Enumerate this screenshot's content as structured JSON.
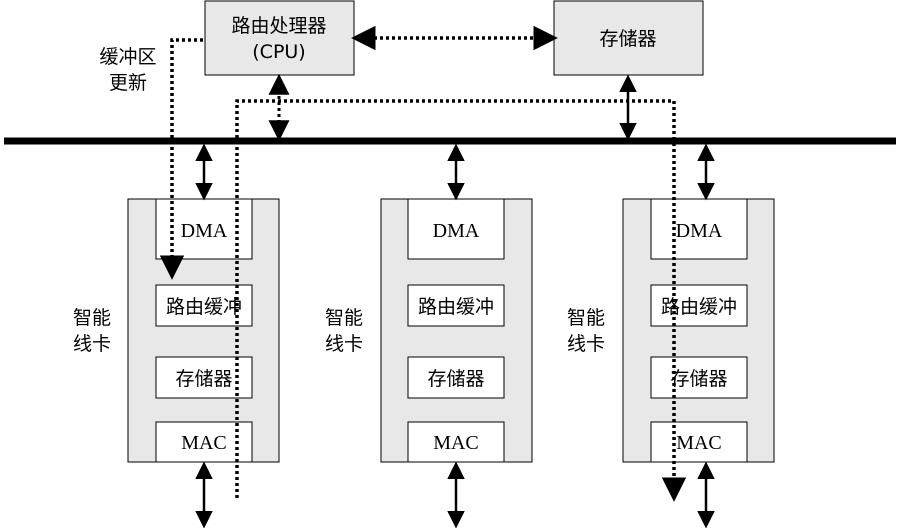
{
  "cpu": {
    "line1": "路由处理器",
    "line2": "(CPU)"
  },
  "memory": {
    "label": "存储器"
  },
  "buffer_update": {
    "line1": "缓冲区",
    "line2": "更新"
  },
  "cards": [
    {
      "side_line1": "智能",
      "side_line2": "线卡",
      "dma": "DMA",
      "buffer": "路由缓冲",
      "storage": "存储器",
      "mac": "MAC"
    },
    {
      "side_line1": "智能",
      "side_line2": "线卡",
      "dma": "DMA",
      "buffer": "路由缓冲",
      "storage": "存储器",
      "mac": "MAC"
    },
    {
      "side_line1": "智能",
      "side_line2": "线卡",
      "dma": "DMA",
      "buffer": "路由缓冲",
      "storage": "存储器",
      "mac": "MAC"
    }
  ],
  "colors": {
    "box_fill": "#e8e8e8",
    "inner_fill": "#ffffff",
    "stroke": "#000000"
  }
}
